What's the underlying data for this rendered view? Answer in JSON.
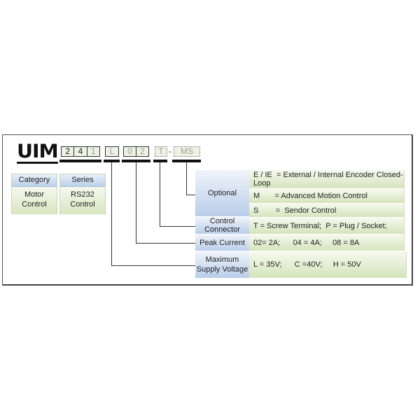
{
  "diagram": {
    "title": "UIM",
    "code_groups": [
      {
        "chars": [
          "2",
          "4",
          "1"
        ],
        "faint": [
          false,
          false,
          true
        ],
        "style": "solid"
      },
      {
        "chars": [
          "L"
        ],
        "faint": [
          true
        ],
        "style": "solid"
      },
      {
        "chars": [
          "0",
          "2"
        ],
        "faint": [
          true,
          true
        ],
        "style": "solid"
      },
      {
        "chars": [
          "T"
        ],
        "faint": [
          true
        ],
        "style": "dotted"
      },
      {
        "chars": [
          "MS"
        ],
        "faint": [
          true
        ],
        "style": "dotted"
      }
    ],
    "code_separator": "-",
    "category": {
      "header": "Category",
      "line1": "Motor",
      "line2": "Control"
    },
    "series": {
      "header": "Series",
      "line1": "RS232",
      "line2": "Control"
    },
    "table": {
      "optional": {
        "label": "Optional",
        "values": [
          {
            "line1": "E / IE  = External / Internal Encoder Closed-",
            "line2": "Loop"
          },
          {
            "text": "M       = Advanced Motion Control"
          },
          {
            "text": "S        =  Sendor Control"
          }
        ]
      },
      "control_connector": {
        "label_line1": "Control",
        "label_line2": "Connector",
        "value": "T = Screw Terminal;  P = Plug / Socket;"
      },
      "peak_current": {
        "label": "Peak Current",
        "value": "02= 2A;      04 = 4A;     08 = 8A"
      },
      "max_supply_voltage": {
        "label_line1": "Maximum",
        "label_line2": "Supply Voltage",
        "value": "L = 35V;      C =40V;     H = 50V"
      }
    }
  }
}
